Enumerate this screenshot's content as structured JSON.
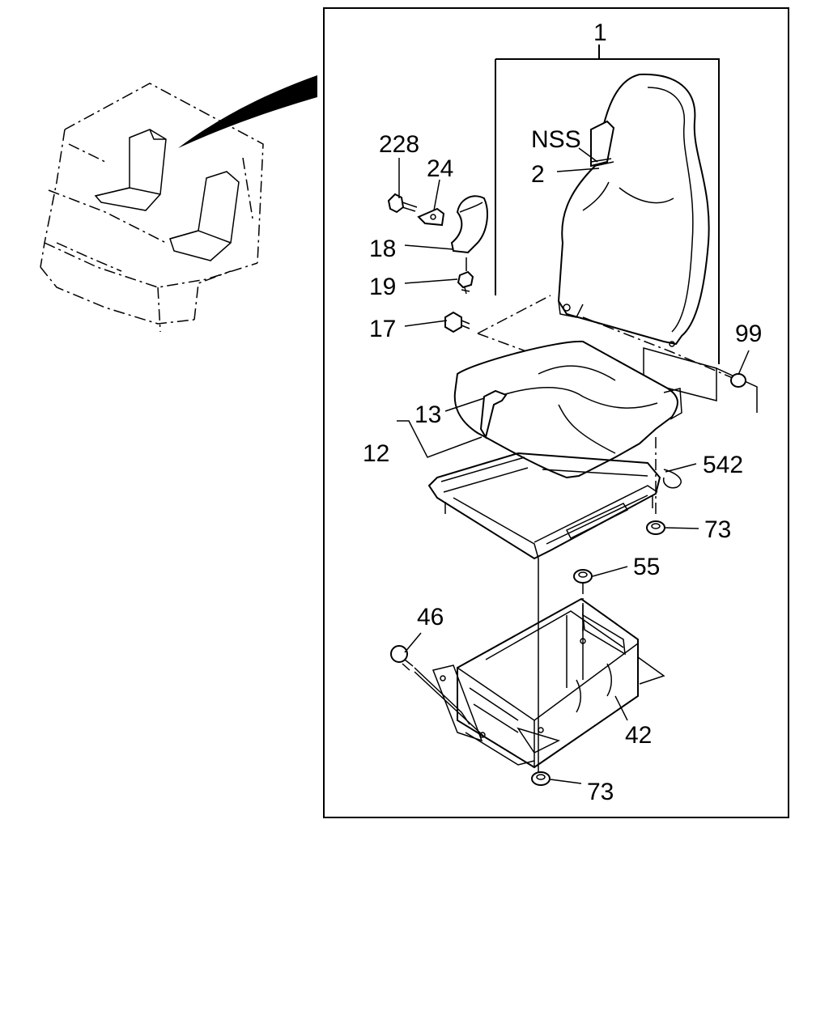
{
  "part_labels": [
    {
      "id": "p1",
      "text": "1"
    },
    {
      "id": "pNSS",
      "text": "NSS"
    },
    {
      "id": "p2",
      "text": "2"
    },
    {
      "id": "p228",
      "text": "228"
    },
    {
      "id": "p24",
      "text": "24"
    },
    {
      "id": "p18",
      "text": "18"
    },
    {
      "id": "p19",
      "text": "19"
    },
    {
      "id": "p17",
      "text": "17"
    },
    {
      "id": "p99",
      "text": "99"
    },
    {
      "id": "p13",
      "text": "13"
    },
    {
      "id": "p12",
      "text": "12"
    },
    {
      "id": "p542",
      "text": "542"
    },
    {
      "id": "p73a",
      "text": "73"
    },
    {
      "id": "p55",
      "text": "55"
    },
    {
      "id": "p46",
      "text": "46"
    },
    {
      "id": "p42",
      "text": "42"
    },
    {
      "id": "p73b",
      "text": "73"
    }
  ]
}
